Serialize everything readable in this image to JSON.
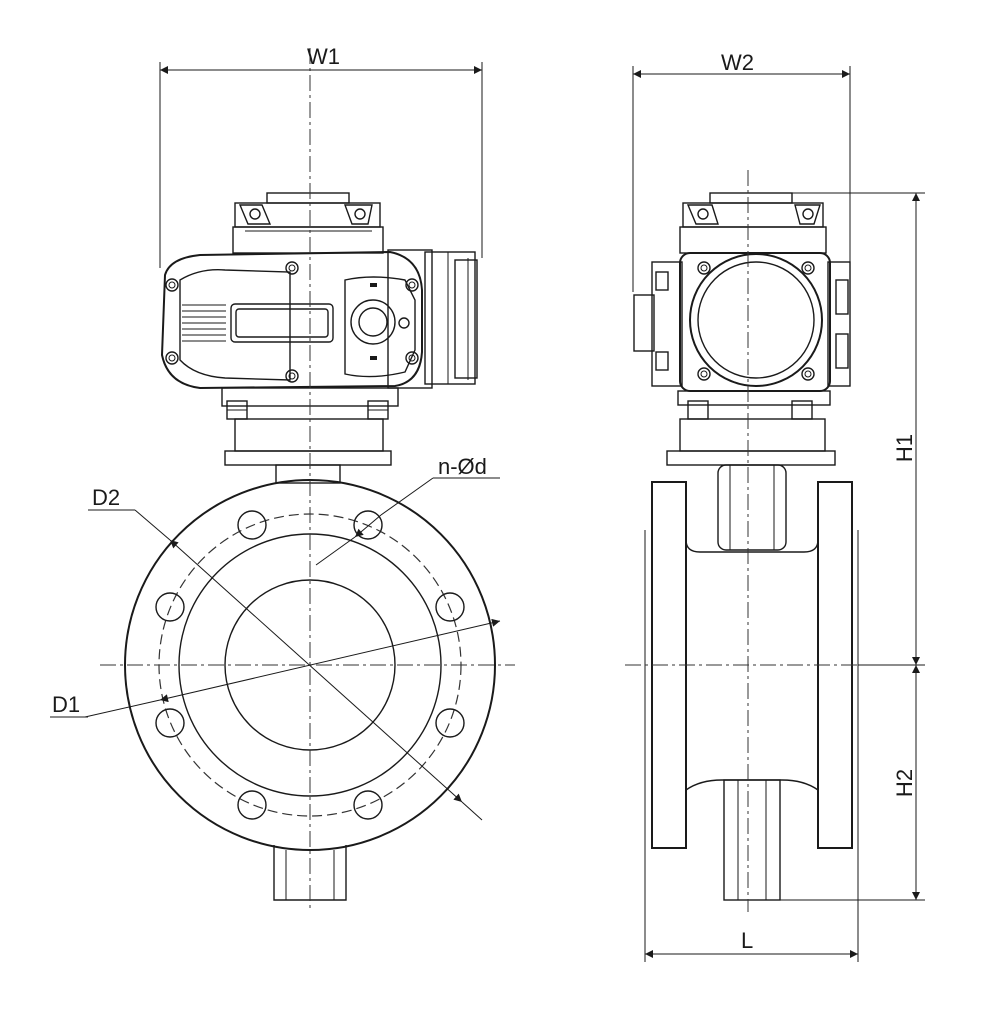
{
  "labels": {
    "w1": "W1",
    "w2": "W2",
    "h1": "H1",
    "h2": "H2",
    "l": "L",
    "d1": "D1",
    "d2": "D2",
    "bolt_holes": "n-Ød"
  },
  "colors": {
    "line": "#1a1a1a",
    "background": "#ffffff"
  }
}
